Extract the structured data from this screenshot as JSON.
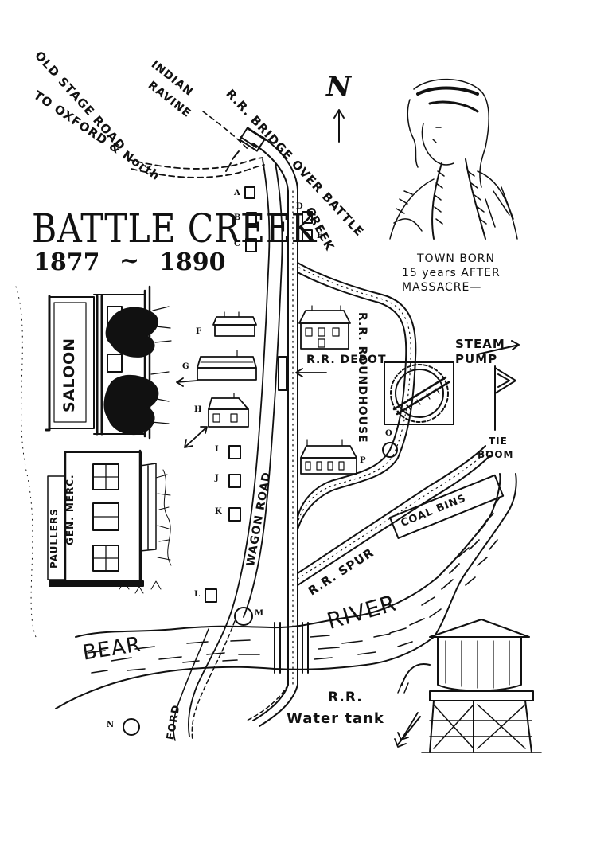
{
  "map": {
    "title": "BATTLE CREEK",
    "years": {
      "start": "1877",
      "dash": "~",
      "end": "1890"
    },
    "north_arrow": {
      "label": "N",
      "icon": "north-arrow-icon"
    },
    "portrait_caption": [
      "TOWN BORN",
      "15 years AFTER",
      "MASSACRE—"
    ],
    "labels": {
      "old_stage_road": "OLD STAGE ROAD",
      "to_oxford": "TO OXFORD & North",
      "indian_ravine_1": "INDIAN",
      "indian_ravine_2": "RAVINE",
      "rr_bridge": "R.R. BRIDGE OVER BATTLE",
      "creek": "CREEK",
      "saloon": "SALOON",
      "paullers": "PAULLERS",
      "gen_merc": "GEN. MERC.",
      "rr_depot": "R.R. DEPOT",
      "rr_roundhouse": "R.R. ROUNDHOUSE",
      "steam_pump_1": "STEAM",
      "steam_pump_2": "PUMP",
      "tie_boom_1": "TIE",
      "tie_boom_2": "BOOM",
      "coal_bins": "COAL BINS",
      "rr_spur": "R.R. SPUR",
      "wagon_road": "WAGON ROAD",
      "bear": "BEAR",
      "river": "RIVER",
      "ford": "FORD",
      "rr_water_tank_1": "R.R.",
      "rr_water_tank_2": "Water tank"
    },
    "building_letters": [
      "A",
      "B",
      "C",
      "D",
      "E",
      "F",
      "G",
      "H",
      "I",
      "J",
      "K",
      "L",
      "M",
      "N",
      "O",
      "P"
    ]
  }
}
